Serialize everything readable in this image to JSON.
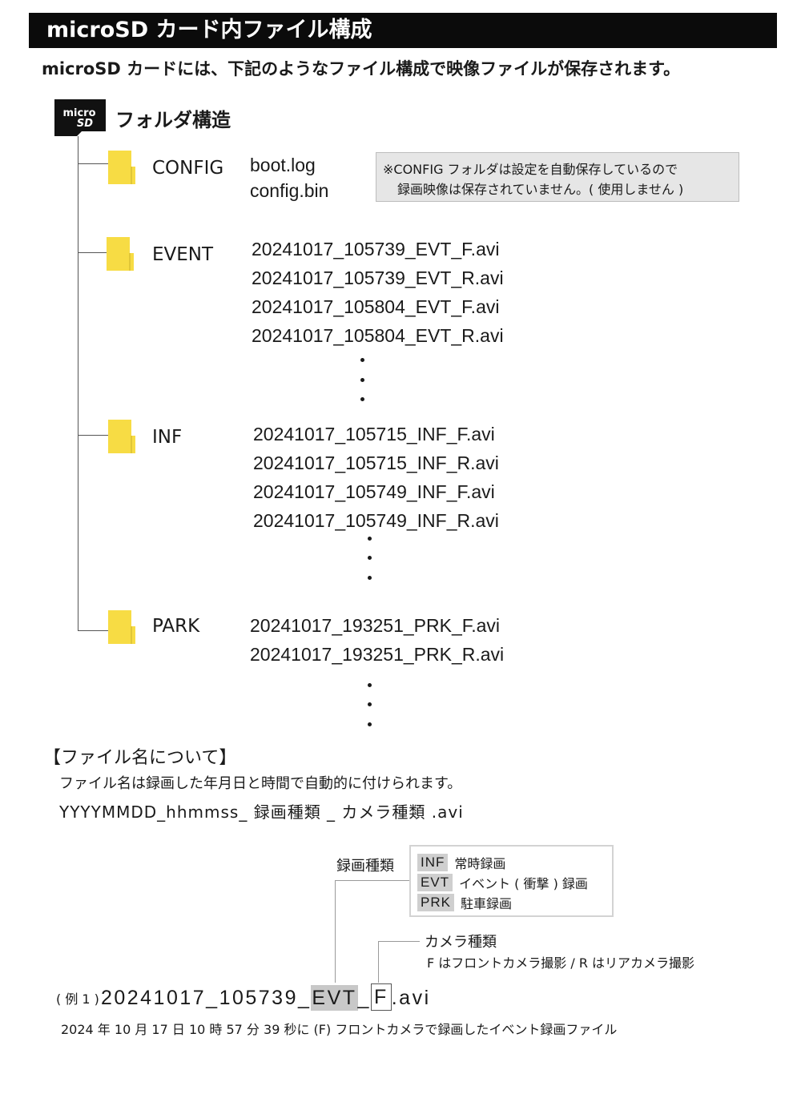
{
  "header": {
    "title": "microSD カード内ファイル構成"
  },
  "intro": "microSD カードには、下記のようなファイル構成で映像ファイルが保存されます。",
  "sd_icon": {
    "icon": "microsd-card-icon",
    "text_top": "micro",
    "text_bottom": "SD"
  },
  "tree_title": "フォルダ構造",
  "folders": {
    "config": {
      "name": "CONFIG",
      "files": [
        "boot.log",
        "config.bin"
      ]
    },
    "event": {
      "name": "EVENT",
      "files": [
        "20241017_105739_EVT_F.avi",
        "20241017_105739_EVT_R.avi",
        "20241017_105804_EVT_F.avi",
        "20241017_105804_EVT_R.avi"
      ]
    },
    "inf": {
      "name": "INF",
      "files": [
        "20241017_105715_INF_F.avi",
        "20241017_105715_INF_R.avi",
        "20241017_105749_INF_F.avi",
        "20241017_105749_INF_R.avi"
      ]
    },
    "park": {
      "name": "PARK",
      "files": [
        "20241017_193251_PRK_F.avi",
        "20241017_193251_PRK_R.avi"
      ]
    }
  },
  "config_note": {
    "line1": "※CONFIG フォルダは設定を自動保存しているので",
    "line2": "録画映像は保存されていません。( 使用しません )"
  },
  "filename_section": {
    "heading": "【ファイル名について】",
    "line1": "ファイル名は録画した年月日と時間で自動的に付けられます。",
    "line2": "YYYYMMDD_hhmmss_ 録画種類 _ カメラ種類 .avi"
  },
  "record_type": {
    "label": "録画種類",
    "items": [
      {
        "code": "INF",
        "desc": "常時録画"
      },
      {
        "code": "EVT",
        "desc": "イベント ( 衝撃 ) 録画"
      },
      {
        "code": "PRK",
        "desc": "駐車録画"
      }
    ]
  },
  "camera_type": {
    "label": "カメラ種類",
    "desc": "F はフロントカメラ撮影 / R はリアカメラ撮影"
  },
  "example": {
    "prefix": "( 例 1 )",
    "part1": "20241017_105739_",
    "evt": "EVT",
    "sep": "_",
    "f": "F",
    "ext": ".avi"
  },
  "footer": "2024 年 10 月 17 日 10 時 57 分 39 秒に (F) フロントカメラで録画したイベント録画ファイル",
  "colors": {
    "header_bg": "#0b0b0b",
    "folder": "#f7dc44",
    "note_bg": "#e6e6e6",
    "code_bg": "#cfcfcf"
  }
}
